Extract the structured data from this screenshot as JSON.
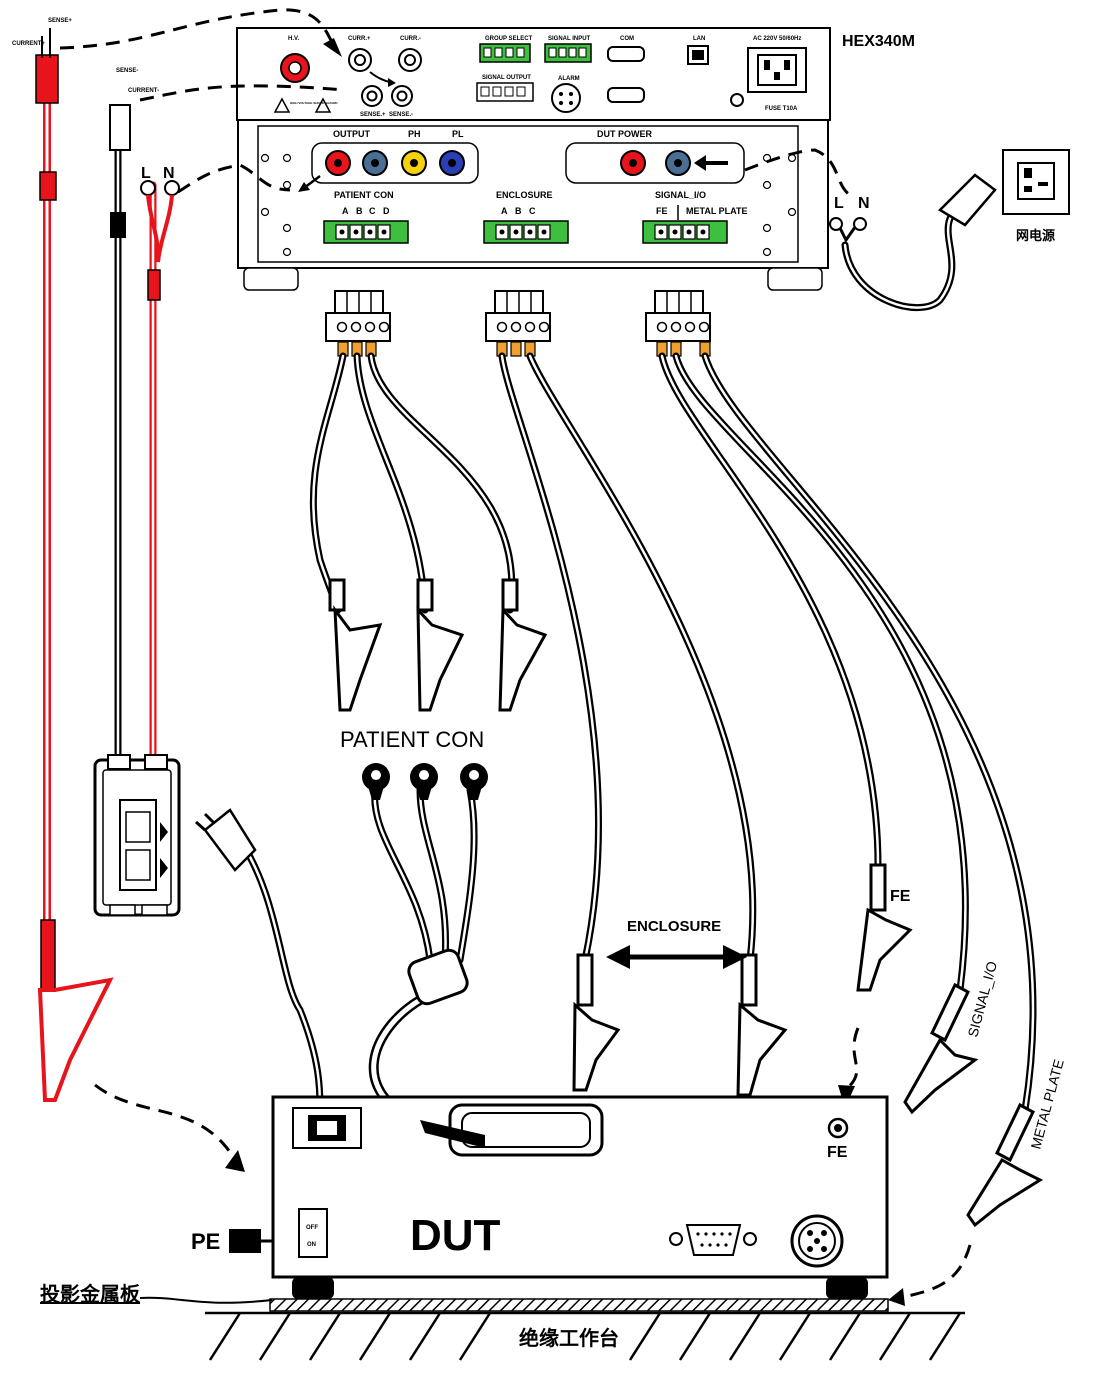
{
  "device": {
    "model": "HEX340M",
    "top_panel": {
      "hv": "H.V.",
      "curr_plus": "CURR.+",
      "curr_minus": "CURR.-",
      "sense_plus": "SENSE.+",
      "sense_minus": "SENSE.-",
      "group_select": "GROUP SELECT",
      "signal_input": "SIGNAL INPUT",
      "signal_output": "SIGNAL OUTPUT",
      "alarm": "ALARM",
      "com": "COM",
      "lan": "LAN",
      "power_rating": "AC 220V 50/60Hz",
      "fuse": "FUSE T10A",
      "warning_text": "HIGH VOLTAGE SHOCK HAZARD"
    },
    "front_panel": {
      "output": "OUTPUT",
      "ph": "PH",
      "pl": "PL",
      "dut_power": "DUT POWER",
      "patient_con": "PATIENT CON",
      "patient_pins": [
        "A",
        "B",
        "C",
        "D"
      ],
      "enclosure": "ENCLOSURE",
      "enclosure_pins": [
        "A",
        "B",
        "C"
      ],
      "signal_io": "SIGNAL_I/O",
      "fe": "FE",
      "metal_plate": "METAL PLATE"
    }
  },
  "leads": {
    "current_plus": "CURRENT+",
    "sense_plus": "SENSE+",
    "sense_minus": "SENSE-",
    "current_minus": "CURRENT-",
    "l": "L",
    "n": "N"
  },
  "mains_socket_label": "网电源",
  "labels": {
    "patient_con": "PATIENT CON",
    "enclosure": "ENCLOSURE",
    "fe": "FE",
    "signal_io": "SIGNAL_I/O",
    "metal_plate": "METAL PLATE"
  },
  "dut": {
    "title": "DUT",
    "fe": "FE",
    "pe": "PE",
    "switch_off": "OFF",
    "switch_on": "ON"
  },
  "bottom": {
    "metal_plate_cn": "投影金属板",
    "bench_cn": "绝缘工作台"
  },
  "colors": {
    "red": "#e8141b",
    "blue": "#2a3fb5",
    "yellow": "#f5d20a",
    "slate": "#4a6f95",
    "green": "#3fbf3f"
  }
}
